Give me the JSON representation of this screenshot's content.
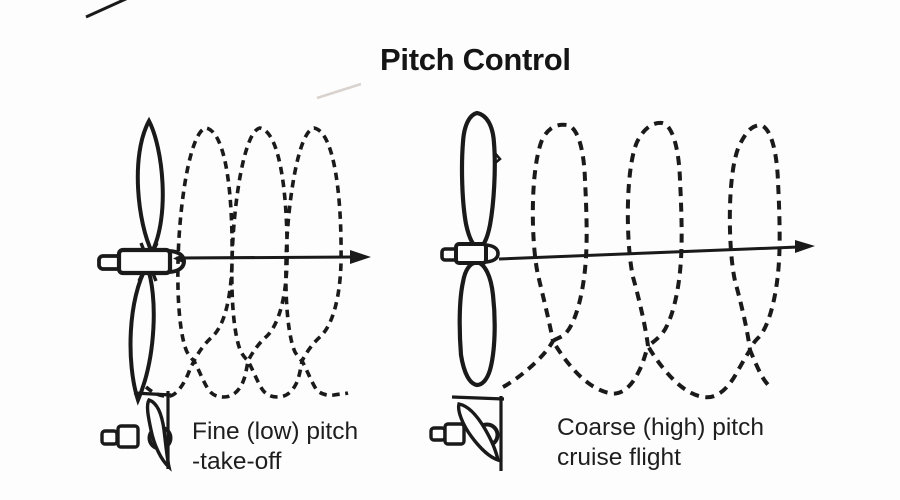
{
  "title": "Pitch Control",
  "figure": {
    "left": {
      "caption_line1": "Fine (low) pitch",
      "caption_line2": "-take-off",
      "helix_loops": 3
    },
    "right": {
      "caption_line1": "Coarse (high) pitch",
      "caption_line2": "cruise flight",
      "helix_loops": 3
    }
  },
  "colors": {
    "ink": "#1a1a1a",
    "background": "#fdfdfd",
    "text": "#1e1e1e"
  }
}
